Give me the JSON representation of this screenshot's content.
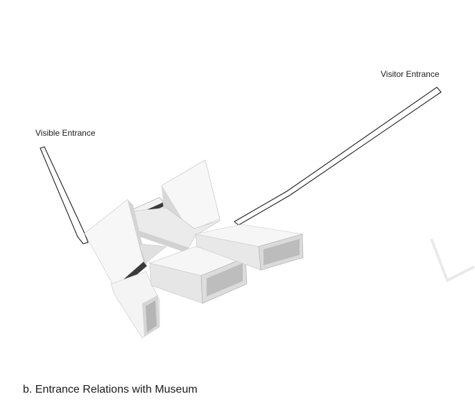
{
  "labels": {
    "visitor_entrance": "Visitor Entrance",
    "visible_entrance": "Visible Entrance"
  },
  "caption": "b. Entrance Relations with Museum",
  "colors": {
    "background": "#ffffff",
    "face_light": "#f7f7f7",
    "face_mid": "#e9e9e9",
    "face_shade": "#d4d4d4",
    "face_dark": "#b9b9b9",
    "gap": "#3a3a3a",
    "edge": "#9a9a9a",
    "path_stroke": "#1a1a1a"
  }
}
